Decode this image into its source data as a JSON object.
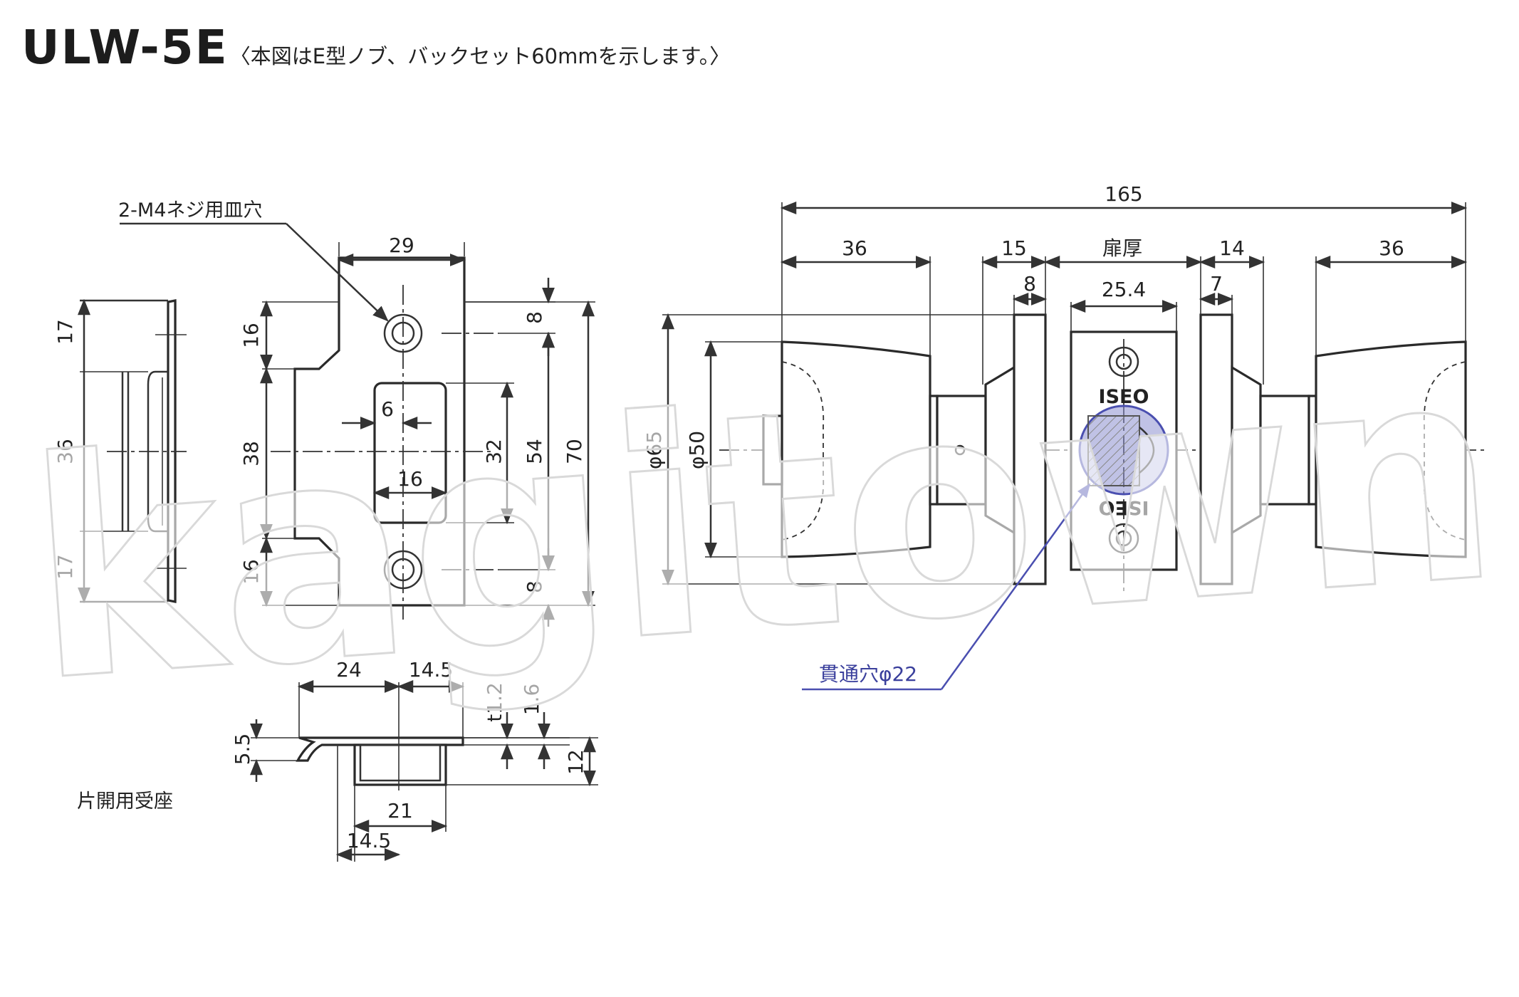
{
  "title": {
    "model": "ULW-5E",
    "note": "〈本図はE型ノブ、バックセット60mmを示します。〉"
  },
  "labels": {
    "screw_holes": "2-M4ネジ用皿穴",
    "strike": "片開用受座",
    "through_hole": "貫通穴φ22",
    "door_thickness": "扉厚",
    "watermark": "kagitown",
    "engrave": "ISEO"
  },
  "dims": {
    "side_17_top": "17",
    "side_36": "36",
    "side_17_bot": "17",
    "plate_29": "29",
    "plate_16_top": "16",
    "plate_38": "38",
    "plate_16_bot": "16",
    "plate_6": "6",
    "plate_16": "16",
    "plate_32": "32",
    "plate_54": "54",
    "plate_70": "70",
    "plate_8_top": "8",
    "plate_8_bot": "8",
    "strike_24": "24",
    "strike_14_5_top": "14.5",
    "strike_t1_2": "t1.2",
    "strike_1_6": "1.6",
    "strike_5_5": "5.5",
    "strike_12": "12",
    "strike_21": "21",
    "strike_14_5_bot": "14.5",
    "lock_165": "165",
    "lock_36_left": "36",
    "lock_15": "15",
    "lock_8": "8",
    "lock_25_4": "25.4",
    "lock_14": "14",
    "lock_7": "7",
    "lock_36_right": "36",
    "lock_phi65": "φ65",
    "lock_phi50": "φ50"
  }
}
